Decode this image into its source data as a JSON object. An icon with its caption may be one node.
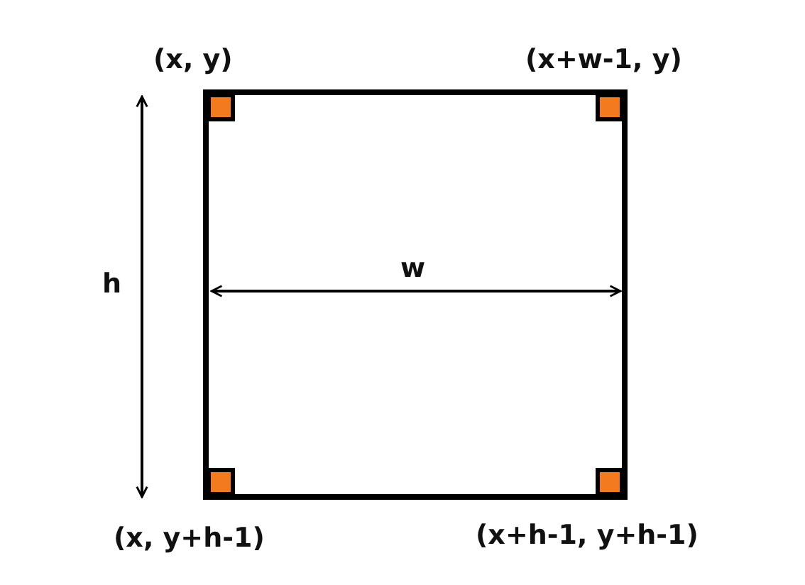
{
  "diagram": {
    "labels": [
      "(x, y)",
      "(x+w-1, y)",
      "h",
      "w",
      "(x, y+h-1)",
      "(x+h-1, y+h-1)"
    ]
  }
}
